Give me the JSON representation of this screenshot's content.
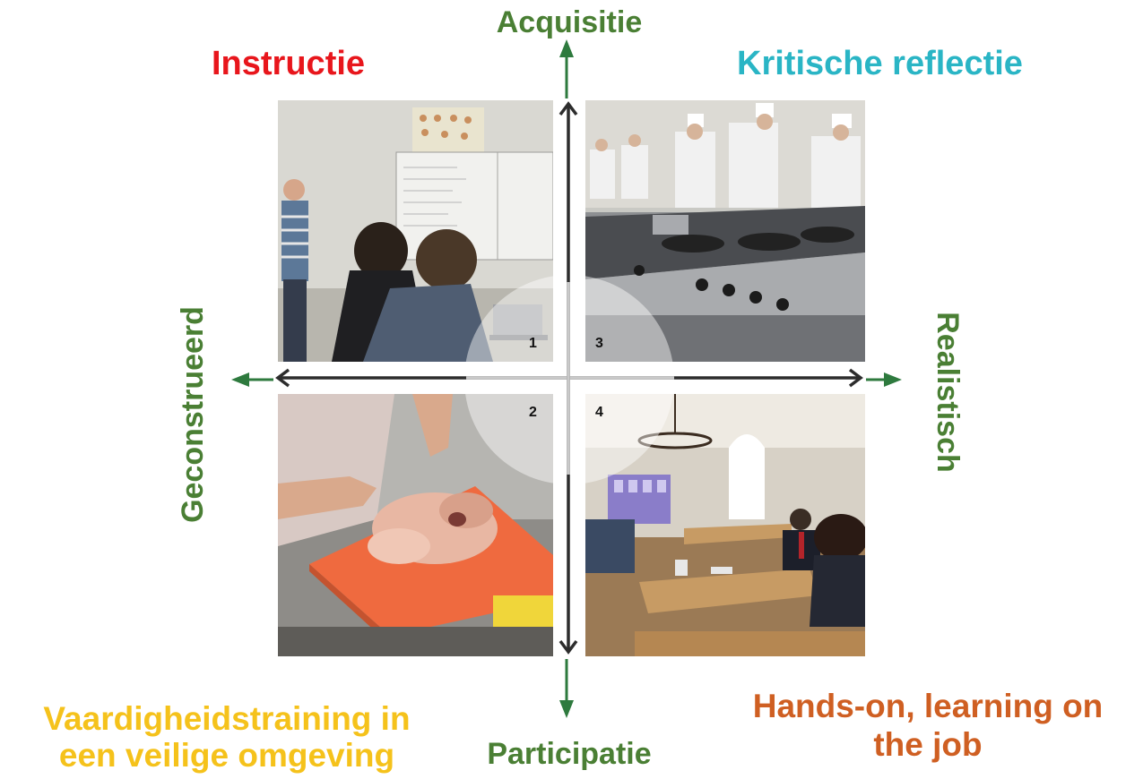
{
  "axes": {
    "top": "Acquisitie",
    "bottom": "Participatie",
    "left": "Geconstrueerd",
    "right": "Realistisch"
  },
  "quadrants": {
    "top_left": "Instructie",
    "top_right": "Kritische reflectie",
    "bottom_left_line1": "Vaardigheidstraining in",
    "bottom_left_line2": "een veilige omgeving",
    "bottom_right_line1": "Hands-on, learning on",
    "bottom_right_line2": "the job"
  },
  "numbers": {
    "q1": "1",
    "q2": "2",
    "q3": "3",
    "q4": "4"
  },
  "colors": {
    "axis_label": "#4a7f34",
    "arrow_green": "#2e7a3e",
    "instructie": "#e8161c",
    "kritische": "#2ab5c5",
    "vaardigheid": "#f5c21b",
    "hands_on": "#cf5f22"
  }
}
